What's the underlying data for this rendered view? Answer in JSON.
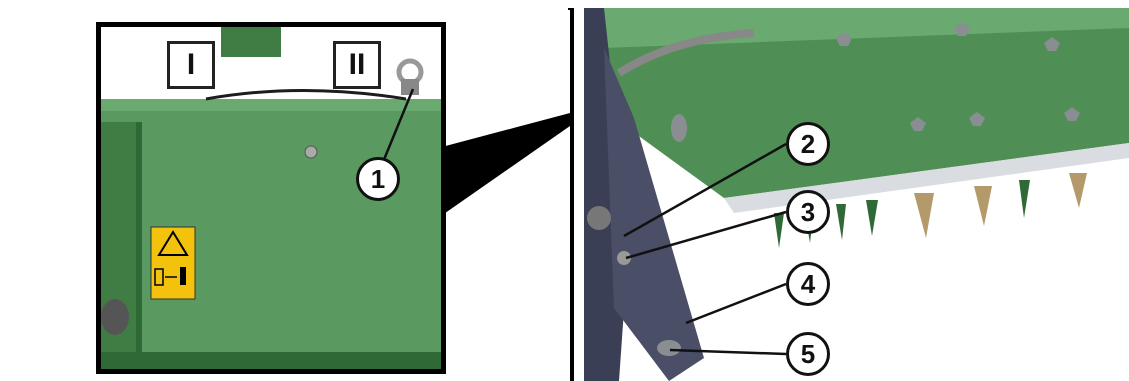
{
  "left_panel": {
    "markers": {
      "position_one": "I",
      "position_two": "II"
    },
    "callouts": {
      "one": "1"
    }
  },
  "right_panel": {
    "callouts": {
      "two": "2",
      "three": "3",
      "four": "4",
      "five": "5"
    }
  },
  "colors": {
    "machine_green": "#4f8f55",
    "machine_green_dark": "#2f6a36",
    "warning_yellow": "#f2c20c",
    "frame_black": "#000000",
    "metal_grey": "#8a8e93"
  }
}
